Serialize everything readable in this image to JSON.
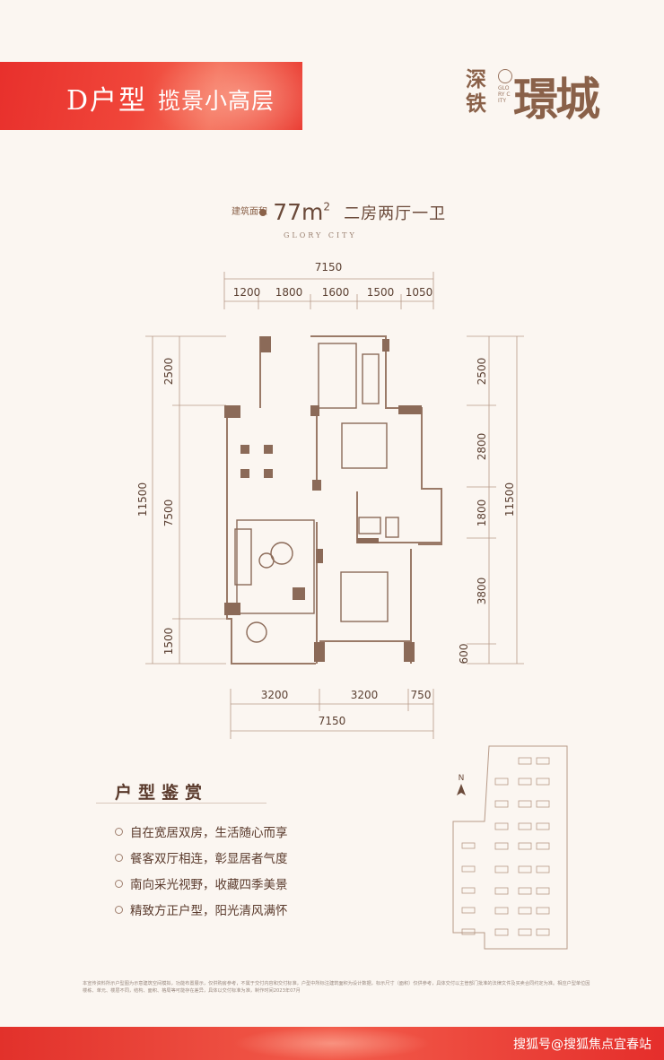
{
  "header": {
    "unit_type": "D户型",
    "unit_subtitle": "揽景小高层",
    "logo_prefix": "深铁",
    "logo_vertical": "GLORY CITY",
    "logo_name": "璟城"
  },
  "summary": {
    "area_label": "建筑面积",
    "area_value": "77m",
    "area_unit_sup": "2",
    "layout": "二房两厅一卫",
    "brand_en": "GLORY CITY"
  },
  "dimensions": {
    "top_total": "7150",
    "top_segments": [
      "1200",
      "1800",
      "1600",
      "1500",
      "1050"
    ],
    "left_total": "11500",
    "left_segments": [
      "2500",
      "7500",
      "1500"
    ],
    "right_total": "11500",
    "right_segments": [
      "2500",
      "2800",
      "1800",
      "3800",
      "600"
    ],
    "bottom_segments": [
      "3200",
      "3200",
      "750"
    ],
    "bottom_total": "7150"
  },
  "features": {
    "title": "户型鉴赏",
    "items": [
      "自在宽居双房，生活随心而享",
      "餐客双厅相连，彰显居者气度",
      "南向采光视野，收藏四季美景",
      "精致方正户型，阳光清风满怀"
    ]
  },
  "sitemap": {
    "north": "N"
  },
  "disclaimer": "本宣传资料所示户型图为示意建筑空间模拟，功能布置展示，仅供购房参考，不属于交付内容和交付标准，户型中所标注建筑面积为设计数据，标示尺寸（面积）仅供参考，具体交付以主管部门批准的法律文件及买卖合同约定为准。相应户型单位因楼栋、单元、楼层不同，结构、面积、格局等可能存在差异，具体以交付标准为准，制作时间2023年07月",
  "footer": {
    "watermark": "搜狐号@搜狐焦点宜春站"
  },
  "colors": {
    "brand_red": "#e8302c",
    "text_brown": "#6b4a3a",
    "wall_brown": "#8b6a58"
  }
}
